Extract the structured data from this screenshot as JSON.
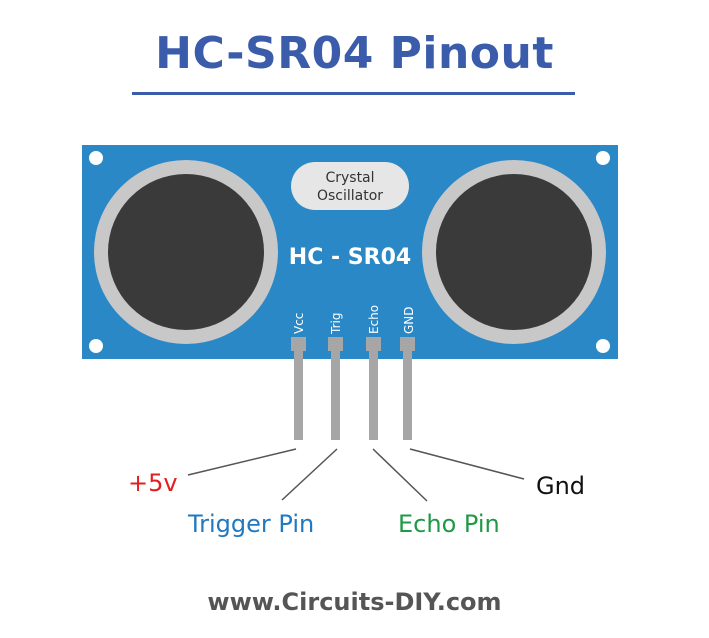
{
  "title": "HC-SR04 Pinout",
  "module": {
    "crystal_line1": "Crystal",
    "crystal_line2": "Oscillator",
    "model_label": "HC - SR04",
    "board_color": "#2a88c6",
    "transducer_ring_color": "#c8c8c8",
    "transducer_core_color": "#3a3a3a"
  },
  "pins": [
    {
      "label": "Vcc"
    },
    {
      "label": "Trig"
    },
    {
      "label": "Echo"
    },
    {
      "label": "GND"
    }
  ],
  "callouts": {
    "vcc": {
      "text": "+5v",
      "color": "#e02020"
    },
    "trig": {
      "text": "Trigger Pin",
      "color": "#2279c0"
    },
    "echo": {
      "text": "Echo Pin",
      "color": "#1e9a47"
    },
    "gnd": {
      "text": "Gnd",
      "color": "#111111"
    }
  },
  "footer": "www.Circuits-DIY.com"
}
